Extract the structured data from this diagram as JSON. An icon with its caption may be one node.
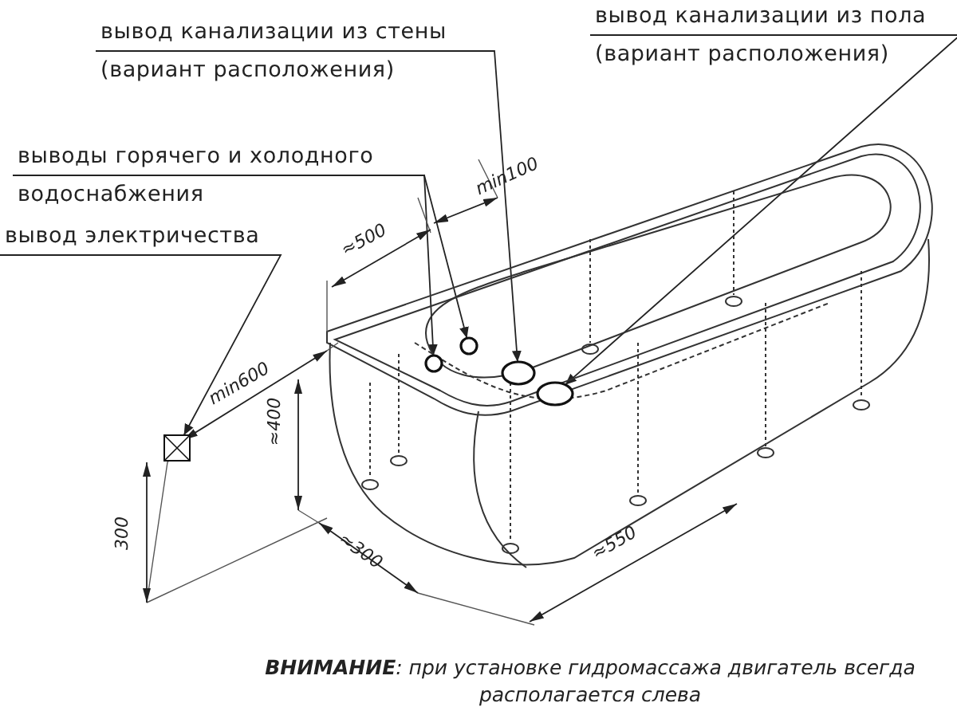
{
  "diagram": {
    "nodes": [
      {
        "text": [
          "вывод канализации из стены (вариант расположения)"
        ]
      },
      {
        "text": [
          "вывод канализации из пола (вариант расположения)"
        ]
      },
      {
        "text": [
          "выводы горячего и холодного водоснабжения"
        ]
      },
      {
        "text": [
          "вывод электричества"
        ]
      },
      {
        "text": [],
        "shape": "circle"
      },
      {
        "text": [],
        "shape": "circle"
      },
      {
        "text": [],
        "shape": "circle"
      },
      {
        "text": [],
        "shape": "circle"
      },
      {
        "text": [],
        "shape": "box"
      }
    ],
    "edges": [
      {
        "from": 0,
        "to": 4,
        "arrow": "to"
      },
      {
        "from": 1,
        "to": 5,
        "arrow": "to"
      },
      {
        "from": 2,
        "to": 6,
        "arrow": "to"
      },
      {
        "from": 2,
        "to": 7,
        "arrow": "to"
      },
      {
        "from": 3,
        "to": 8,
        "arrow": "to"
      }
    ],
    "labels": [
      "min100",
      "≈500",
      "min600",
      "≈400",
      "300",
      "≈300",
      "≈550",
      "**ВНИМАНИЕ**: при установке гидромассажа двигатель всегда располагается слева"
    ]
  }
}
